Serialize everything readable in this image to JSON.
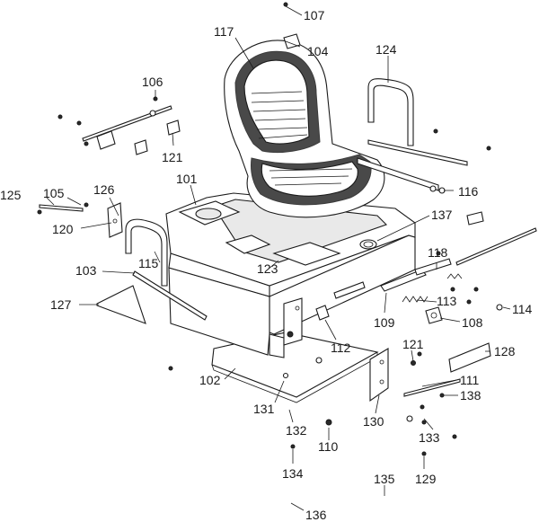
{
  "diagram": {
    "callouts": {
      "c101": "101",
      "c102": "102",
      "c103": "103",
      "c104": "104",
      "c105": "105",
      "c106": "106",
      "c107": "107",
      "c108": "108",
      "c109": "109",
      "c110": "110",
      "c111": "111",
      "c112": "112",
      "c113": "113",
      "c114": "114",
      "c115": "115",
      "c116": "116",
      "c117": "117",
      "c118": "118",
      "c120": "120",
      "c121a": "121",
      "c121b": "121",
      "c123": "123",
      "c124": "124",
      "c125": "125",
      "c126": "126",
      "c127": "127",
      "c128": "128",
      "c129": "129",
      "c130": "130",
      "c131": "131",
      "c132": "132",
      "c133": "133",
      "c134": "134",
      "c135": "135",
      "c136": "136",
      "c137": "137",
      "c138": "138"
    },
    "colors": {
      "line": "#1a1a1a",
      "fill": "#ffffff",
      "shade": "#e9e9e9",
      "seat": "#2a2a2a"
    }
  }
}
